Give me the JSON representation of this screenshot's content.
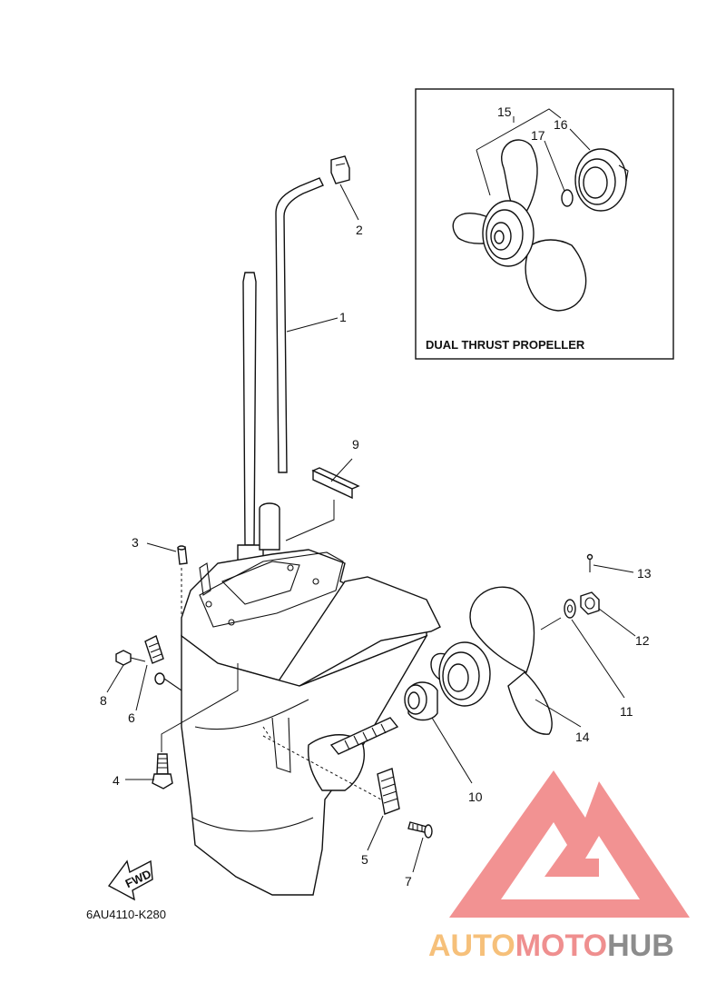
{
  "inset": {
    "title": "DUAL THRUST PROPELLER"
  },
  "callouts": {
    "c1": "1",
    "c2": "2",
    "c3": "3",
    "c4": "4",
    "c5": "5",
    "c6": "6",
    "c7": "7",
    "c8": "8",
    "c9": "9",
    "c10": "10",
    "c11": "11",
    "c12": "12",
    "c13": "13",
    "c14": "14",
    "c15": "15",
    "c16": "16",
    "c17": "17"
  },
  "fwd_label": "FWD",
  "diagram_code": "6AU4110-K280",
  "watermark": {
    "part1": "AUTO",
    "part2": "MOTO",
    "part3": "HUB"
  },
  "colors": {
    "logo_red": "#f07f7f",
    "auto": "#f6c07a",
    "hub": "#8c8c8c",
    "line": "#111111"
  }
}
